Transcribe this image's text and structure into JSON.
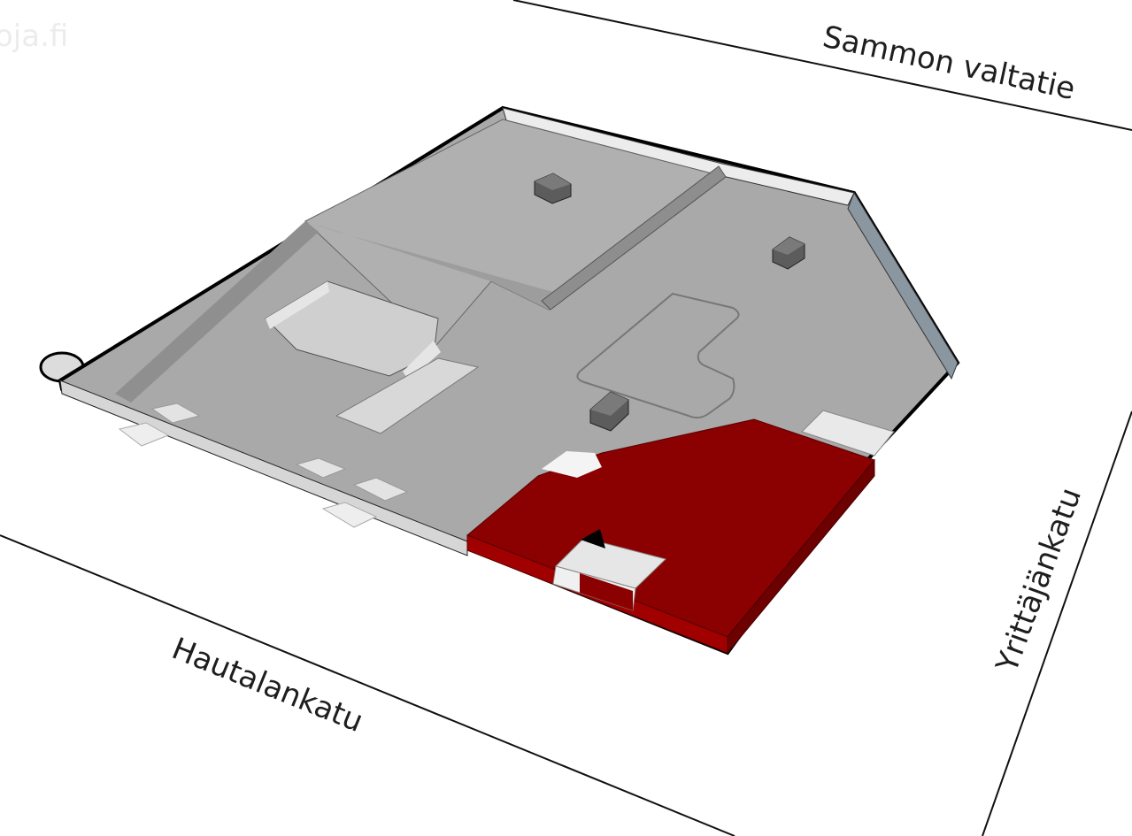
{
  "watermark": "oja.fi",
  "streets": {
    "north": "Sammon valtatie",
    "west": "Hautalankatu",
    "east": "Yrittäjänkatu"
  },
  "colors": {
    "highlight": "#8b0000",
    "floor": "#a8a8a8",
    "floor_light": "#bdbdbd",
    "wall_top": "#e8e8e8",
    "outline": "#000000"
  },
  "icons": {
    "entrance": "entrance-arrow-icon"
  }
}
